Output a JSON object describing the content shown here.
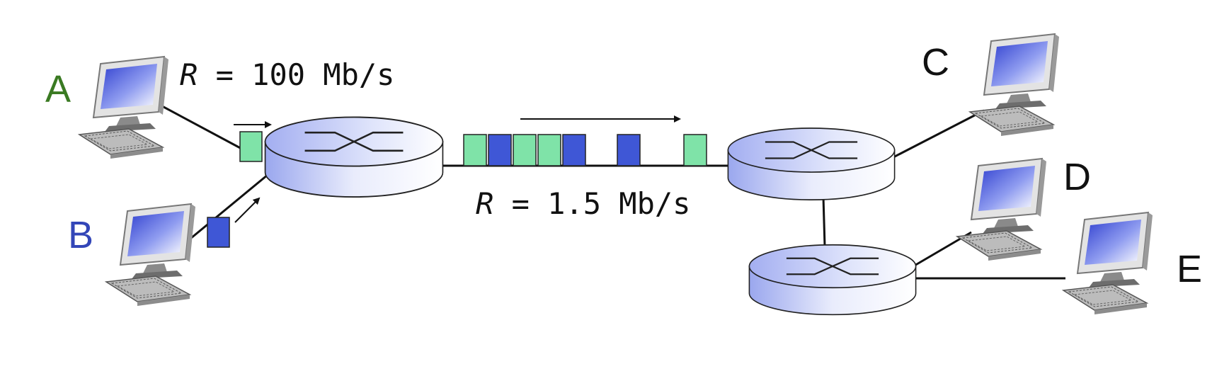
{
  "labels": {
    "host_a": "A",
    "host_b": "B",
    "host_c": "C",
    "host_d": "D",
    "host_e": "E",
    "rate_access_var": "R",
    "rate_access_rest": " = 100 Mb/s",
    "rate_core_var": "R",
    "rate_core_rest": " = 1.5 Mb/s"
  },
  "colors": {
    "host_a": "#3a7a22",
    "host_b": "#3346b8",
    "host_other": "#111111",
    "packet_a": "#7fe3a8",
    "packet_b": "#3f57d6",
    "router_top": "#b9c3f3",
    "router_side": "#aab5ef",
    "link": "#111111"
  },
  "queue_packets": [
    "A",
    "B",
    "A",
    "A",
    "B",
    "B",
    "A"
  ],
  "icons": {
    "host": "desktop-computer-icon",
    "router": "router-icon"
  }
}
